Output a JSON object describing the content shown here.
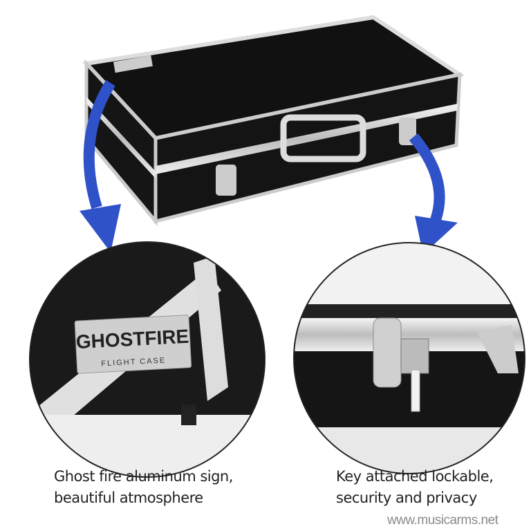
{
  "product": {
    "brand_logo_text": "GHOSTFIRE",
    "brand_sub_text": "FLIGHT CASE"
  },
  "captions": {
    "left": [
      "Ghost fire aluminum sign,",
      "beautiful atmosphere"
    ],
    "right": [
      "Key attached lockable,",
      "security and privacy"
    ]
  },
  "watermark": "www.musicarms.net",
  "colors": {
    "arrow": "#2f52c9",
    "case_body": "#151515",
    "aluminum": "#d9d9d9"
  }
}
